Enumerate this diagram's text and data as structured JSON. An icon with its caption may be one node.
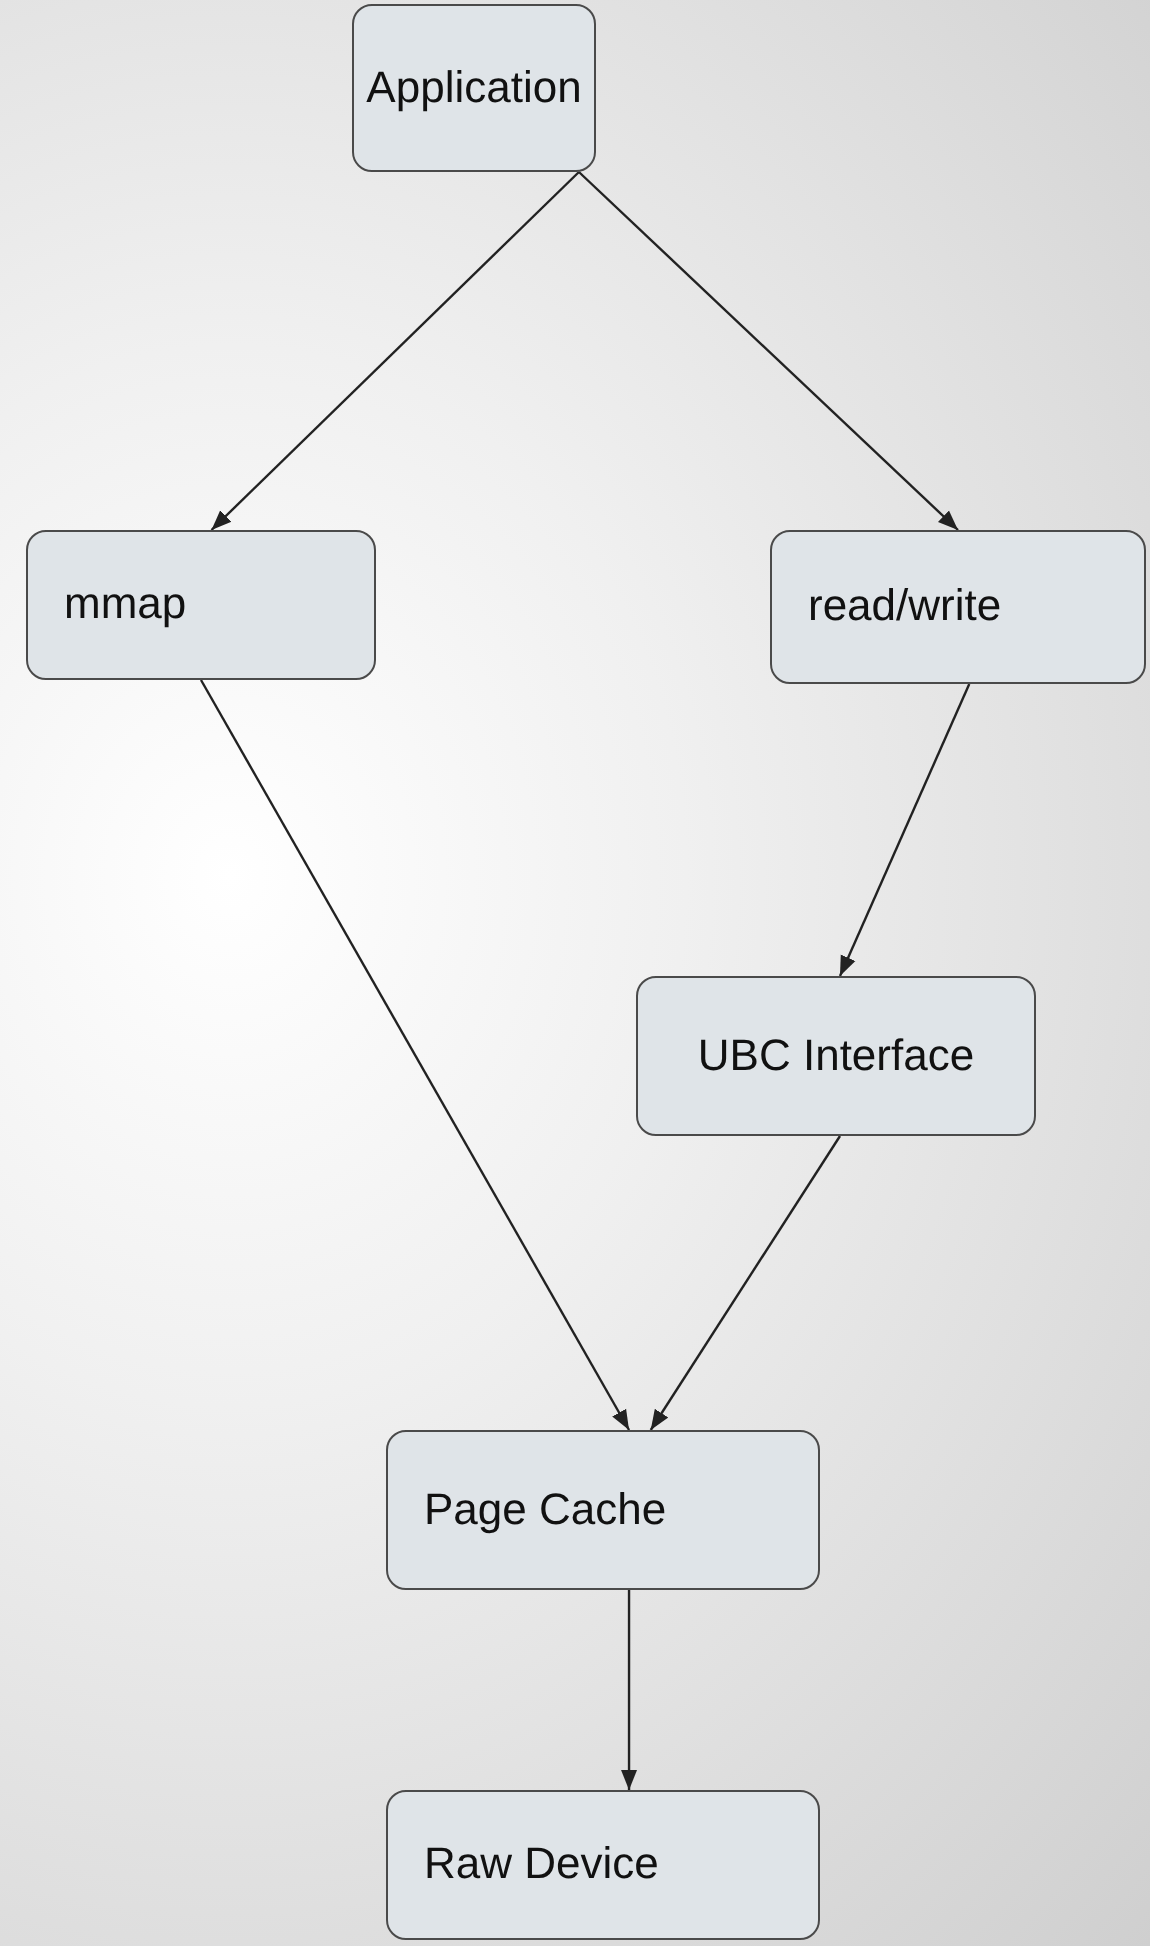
{
  "diagram": {
    "nodes": [
      {
        "text": [
          "Application"
        ]
      },
      {
        "text": [
          "mmap"
        ]
      },
      {
        "text": [
          "read/write"
        ]
      },
      {
        "text": [
          "UBC Interface"
        ]
      },
      {
        "text": [
          "Page Cache"
        ]
      },
      {
        "text": [
          "Raw Device"
        ]
      }
    ],
    "edges": [
      {
        "from": 0,
        "to": 1,
        "arrow": "to"
      },
      {
        "from": 0,
        "to": 2,
        "arrow": "to"
      },
      {
        "from": 1,
        "to": 4,
        "arrow": "to"
      },
      {
        "from": 2,
        "to": 3,
        "arrow": "to"
      },
      {
        "from": 3,
        "to": 4,
        "arrow": "to"
      },
      {
        "from": 4,
        "to": 5,
        "arrow": "to"
      }
    ]
  }
}
